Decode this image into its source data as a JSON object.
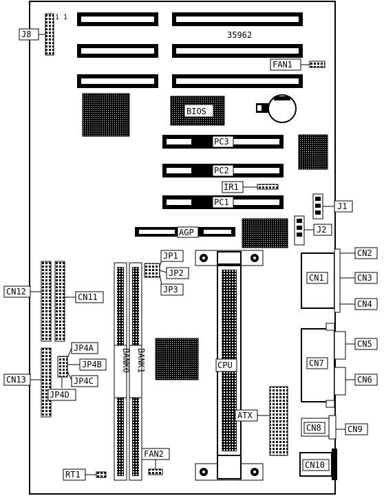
{
  "board": {
    "id_text": "35962",
    "pin1_marker": "1 1"
  },
  "labels": {
    "j8": "J8",
    "fan1": "FAN1",
    "bios": "BIOS",
    "pc3": "PC3",
    "pc2": "PC2",
    "ir1": "IR1",
    "pc1": "PC1",
    "j1": "J1",
    "agp": "AGP",
    "j2": "J2",
    "jp1": "JP1",
    "jp2": "JP2",
    "jp3": "JP3",
    "cn2": "CN2",
    "cn1": "CN1",
    "cn3": "CN3",
    "cn4": "CN4",
    "cn12": "CN12",
    "cn11": "CN11",
    "cn5": "CN5",
    "jp4a": "JP4A",
    "jp4b": "JP4B",
    "jp4c": "JP4C",
    "cn13": "CN13",
    "jp4d": "JP4D",
    "bank0": "BANK0",
    "bank1": "BANK1",
    "cpu": "CPU",
    "cn7": "CN7",
    "cn6": "CN6",
    "atx": "ATX",
    "cn8": "CN8",
    "cn9": "CN9",
    "fan2": "FAN2",
    "rt1": "RT1",
    "cn10": "CN10"
  }
}
